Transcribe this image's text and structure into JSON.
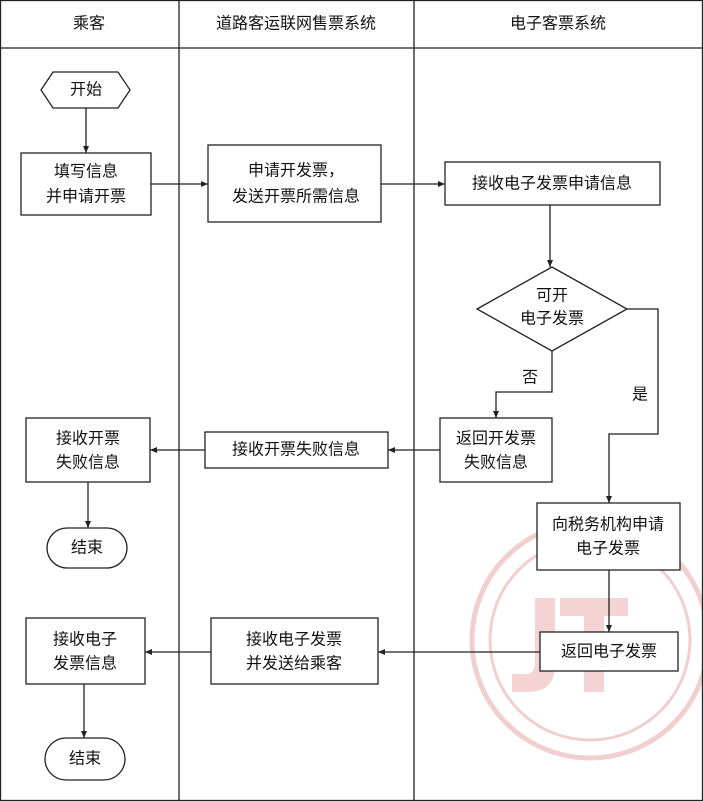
{
  "lanes": [
    "乘客",
    "道路客运联网售票系统",
    "电子客票系统"
  ],
  "nodes": {
    "start": "开始",
    "fill_info": [
      "填写信息",
      "并申请开票"
    ],
    "request_invoice": [
      "申请开发票，",
      "发送开票所需信息"
    ],
    "receive_request": "接收电子发票申请信息",
    "decision": [
      "可开",
      "电子发票"
    ],
    "no_label": "否",
    "yes_label": "是",
    "return_fail": [
      "返回开发票",
      "失败信息"
    ],
    "system_receive_fail": "接收开票失败信息",
    "passenger_receive_fail": [
      "接收开票",
      "失败信息"
    ],
    "end1": "结束",
    "apply_tax": [
      "向税务机构申请",
      "电子发票"
    ],
    "return_invoice": "返回电子发票",
    "system_receive_invoice": [
      "接收电子发票",
      "并发送给乘客"
    ],
    "passenger_receive_invoice": [
      "接收电子",
      "发票信息"
    ],
    "end2": "结束"
  },
  "watermark": "JT",
  "colors": {
    "watermark": "#e8a8a8",
    "line": "#222222"
  }
}
